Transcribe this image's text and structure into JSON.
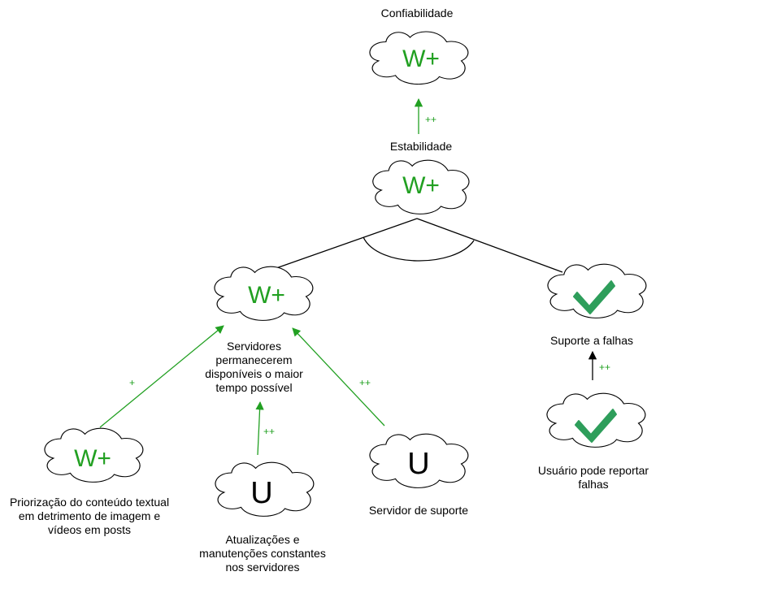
{
  "nodes": {
    "confiabilidade": {
      "label": "Confiabilidade",
      "badge": "W+"
    },
    "estabilidade": {
      "label": "Estabilidade",
      "badge": "W+"
    },
    "servidores": {
      "label": "Servidores permanecerem disponíveis o maior tempo possível",
      "badge": "W+"
    },
    "suporte_falhas": {
      "label": "Suporte a falhas",
      "badge": "check-icon"
    },
    "priorizacao": {
      "label": "Priorização do conteúdo textual em detrimento de imagem e vídeos em posts",
      "badge": "W+"
    },
    "atualizacoes": {
      "label": "Atualizações e manutenções constantes nos servidores",
      "badge": "U"
    },
    "servidor_suporte": {
      "label": "Servidor de suporte",
      "badge": "U"
    },
    "usuario_reporta": {
      "label": "Usuário pode reportar falhas",
      "badge": "check-icon"
    }
  },
  "edges": {
    "estab_confiab": "++",
    "prior_serv": "+",
    "atual_serv": "++",
    "suporte_serv": "++",
    "usuario_suporte": "++"
  },
  "colors": {
    "positive": "#22a022",
    "satisfied": "#2e9e5b",
    "stroke": "#000000"
  }
}
